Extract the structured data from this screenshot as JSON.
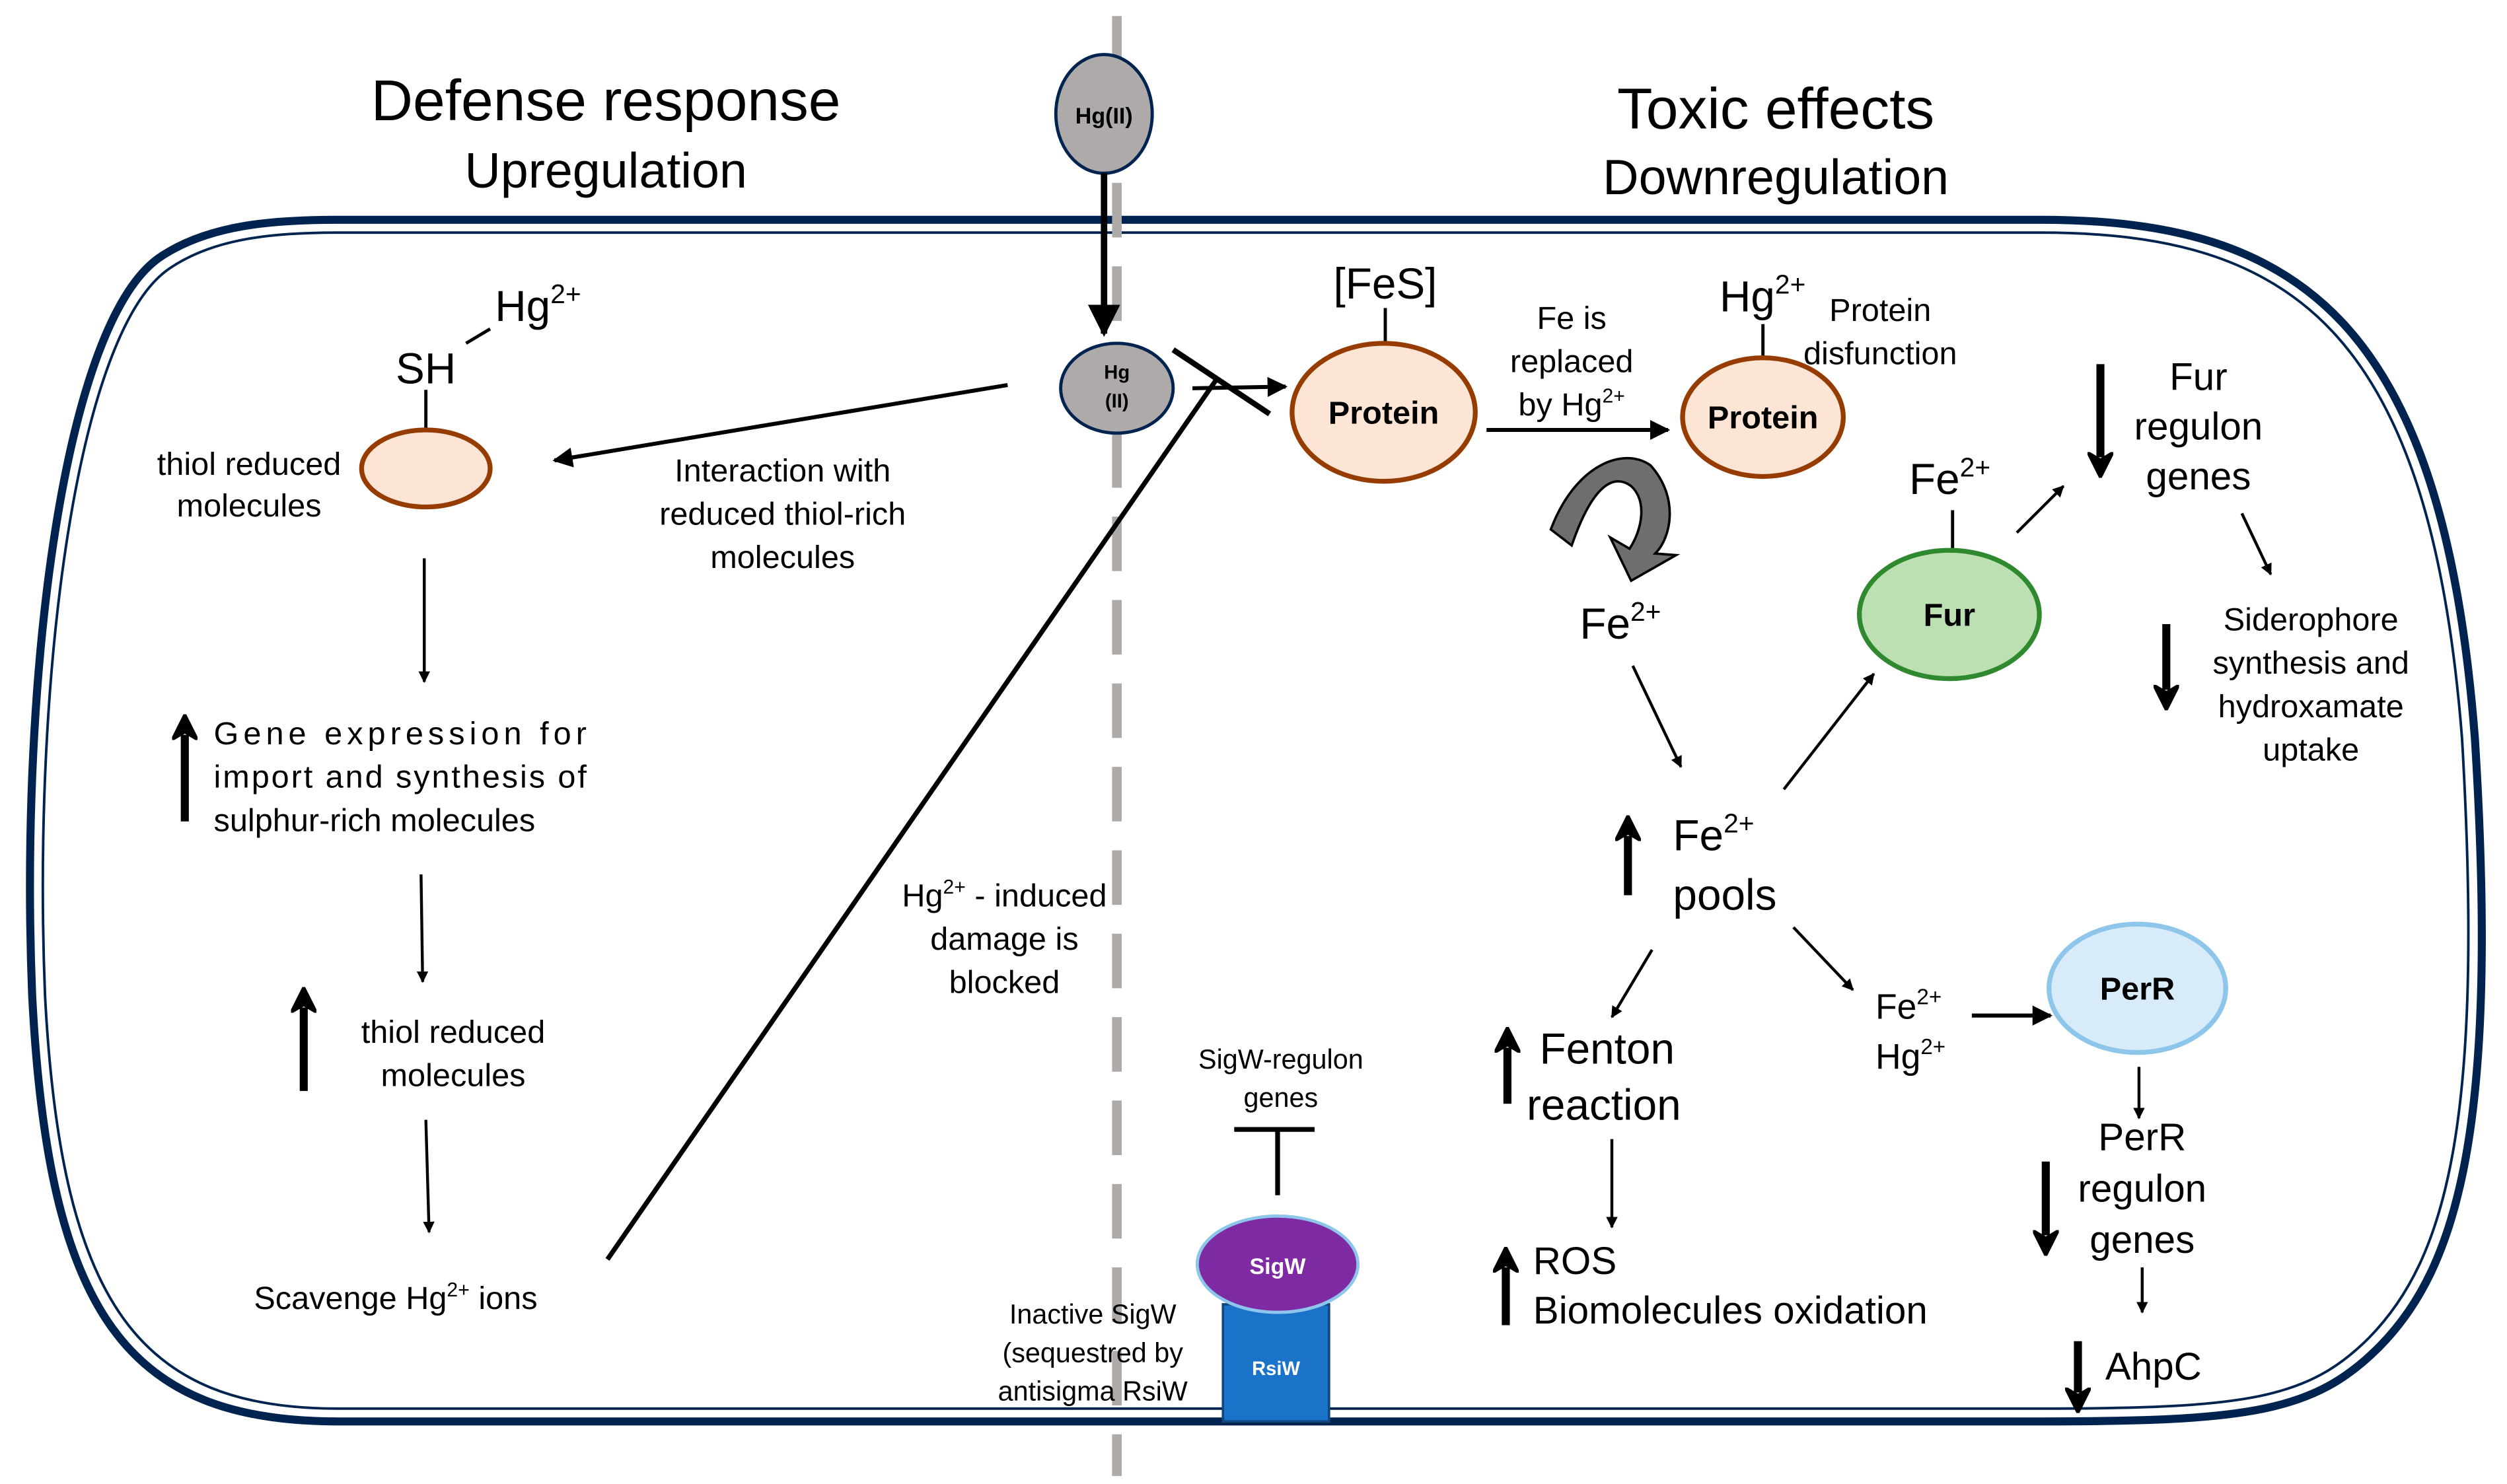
{
  "headers": {
    "left_title": "Defense response",
    "left_subtitle": "Upregulation",
    "right_title": "Toxic effects",
    "right_subtitle": "Downregulation"
  },
  "colors": {
    "membrane": "#00244f",
    "divider": "#aeaaa8",
    "hg_fill": "#aeaaaa",
    "protein_fill": "#fde5d6",
    "protein_stroke": "#963c00",
    "fur_fill": "#bde0b3",
    "fur_stroke": "#2f8a2f",
    "perr_fill": "#d8ebf8",
    "perr_stroke": "#8ec5ea",
    "sigw_fill": "#7e2ba3",
    "rsiw_fill": "#1b72c9",
    "curved_arrow": "#6e6e6e"
  },
  "nodes": {
    "hg_outside": "Hg(II)",
    "hg_inside_line1": "Hg",
    "hg_inside_line2": "(II)",
    "protein_fes": "Protein",
    "protein_hg": "Protein",
    "fur": "Fur",
    "perr": "PerR",
    "sigw": "SigW",
    "rsiw": "RsiW"
  },
  "left": {
    "sh_label": "SH",
    "hg_base": "Hg",
    "hg_charge": "2+",
    "thiol_line1": "thiol reduced",
    "thiol_line2": "molecules",
    "interaction_line1": "Interaction  with",
    "interaction_line2": "reduced thiol-rich",
    "interaction_line3": "molecules",
    "gene_line1": "Gene    expression    for",
    "gene_line2": "import and synthesis of",
    "gene_line3": "sulphur-rich molecules",
    "thiol_up_line1": "thiol reduced",
    "thiol_up_line2": "molecules",
    "scavenge_pre": "Scavenge Hg",
    "scavenge_charge": "2+",
    "scavenge_post": " ions",
    "blocked_pre": "Hg",
    "blocked_charge": "2+",
    "blocked_line1_post": " - induced",
    "blocked_line2": "damage is",
    "blocked_line3": "blocked",
    "sigw_genes_line1": "SigW-regulon",
    "sigw_genes_line2": "genes",
    "inactive_line1": "Inactive SigW",
    "inactive_line2": "(sequestred by",
    "inactive_line3": "antisigma RsiW"
  },
  "right": {
    "fes_label": "[FeS]",
    "replace_line1": "Fe is",
    "replace_line2": "replaced",
    "replace_line3_pre": "by Hg",
    "replace_line3_charge": "2+",
    "hg_bound_base": "Hg",
    "hg_bound_charge": "2+",
    "dysfunction_line1": "Protein",
    "dysfunction_line2": "disfunction",
    "fe_released_base": "Fe",
    "fe_released_charge": "2+",
    "fur_fe_base": "Fe",
    "fur_fe_charge": "2+",
    "fur_genes_line1": "Fur",
    "fur_genes_line2": "regulon",
    "fur_genes_line3": "genes",
    "sidero_line1": "Siderophore",
    "sidero_line2": "synthesis and",
    "sidero_line3": "hydroxamate",
    "sidero_line4": "uptake",
    "pools_base": "Fe",
    "pools_charge": "2+",
    "pools_line2": "pools",
    "fenton_line1": "Fenton",
    "fenton_line2": "reaction",
    "ros_line1": "ROS",
    "ros_line2": "Biomolecules oxidation",
    "perr_fe_base": "Fe",
    "perr_fe_charge": "2+",
    "perr_hg_base": "Hg",
    "perr_hg_charge": "2+",
    "perr_genes_line1": "PerR",
    "perr_genes_line2": "regulon",
    "perr_genes_line3": "genes",
    "ahpc": "AhpC"
  }
}
